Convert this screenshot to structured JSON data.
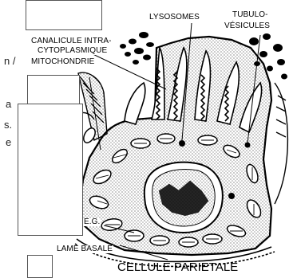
{
  "labels": {
    "lysosomes": "LYSOSOMES",
    "tubulo": "TUBULO-",
    "vesicules": "VÉSICULES",
    "canalicule1": "CANALICULE INTRA-",
    "canalicule2": "CYTOPLASMIQUE",
    "mitochondrie": "MITOCHONDRIE",
    "eg": "E.G.",
    "lame_basale": "LAME BASALE",
    "cellule_parietale": "CELLULE PARIETALE"
  },
  "side_text": {
    "line1": "n /",
    "line2": "a",
    "line3": "s.",
    "line4": "e"
  }
}
